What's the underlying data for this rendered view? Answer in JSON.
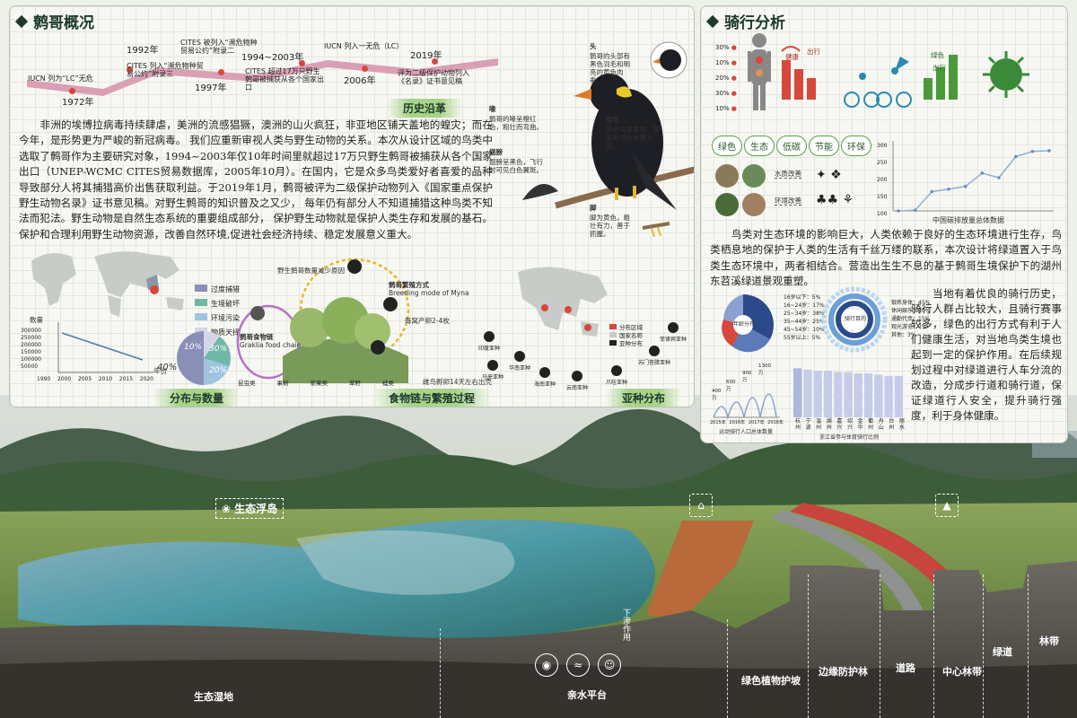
{
  "left_panel": {
    "title": "鹩哥概况",
    "timeline": [
      {
        "year": "1972年",
        "text": "IUCN  列为“LC”无危"
      },
      {
        "year": "1992年",
        "text": "CITES  列入“濒危物种贸易公约”附录三"
      },
      {
        "year": "1997年",
        "text": "CITES  被列入“濒危物种贸易公约”附录二"
      },
      {
        "year": "1994~2003年",
        "text": "CITES  超过17万只野生鹩哥被捕获从各个国家出口"
      },
      {
        "year": "2006年",
        "text": "IUCN  列入一无危（LC）"
      },
      {
        "year": "2019年",
        "text": "评为二级保护动物列入《名录》证书意见稿"
      }
    ],
    "history_label": "历史沿革",
    "bird_parts": {
      "head": {
        "title": "头",
        "text": "鹩哥的头部有黑色羽毛和明亮的黄色肉垂。"
      },
      "beak": {
        "title": "喙",
        "text": "鹩哥的喙呈橙红色，粗壮而弯曲。"
      },
      "wing": {
        "title": "翅膀",
        "text": "翅膀呈黑色，飞行时可见白色翼斑。"
      },
      "feather": {
        "title": "羽毛",
        "text": "羽毛乌黑发亮，带有紫绿色金属光泽。"
      },
      "foot": {
        "title": "脚",
        "text": "脚为黄色，粗壮有力，善于抓握。"
      }
    },
    "paragraph": "　　非洲的埃博拉病毒持续肆虐，美洲的流感猖獗，澳洲的山火疯狂，非亚地区铺天盖地的蝗灾；而在今年，是形势更为严峻的新冠病毒。 我们应重新审视人类与野生动物的关系。本次从设计区域的鸟类中选取了鹩哥作为主要研究对象，1994~2003年仅10年时间里就超过17万只野生鹩哥被捕获从各个国家出口（UNEP-WCMC CITES贸易数据库，2005年10月）。在国内，它是众多鸟类爱好者喜爱的品种导致部分人将其捕猎高价出售获取利益。于2019年1月，鹩哥被评为二级保护动物列入《国家重点保护野生动物名录》证书意见稿。对野生鹩哥的知识普及之又少， 每年仍有部分人不知道捕猎这种鸟类不知法而犯法。野生动物是自然生态系统的重要组成部分， 保护野生动物就是保护人类生存和发展的基石。保护和合理利用野生动物资源，改善自然环境,促进社会经济持续、稳定发展意义重大。",
    "distribution": {
      "label": "分布与数量",
      "legend": [
        "过度捕猎",
        "生境破坏",
        "环境污染",
        "物质天择"
      ],
      "legend_colors": [
        "#8a8fb8",
        "#6fb8a8",
        "#9fc4e0",
        "#d4d6e8"
      ],
      "pie": [
        {
          "label": "10%",
          "value": 10
        },
        {
          "label": "30%",
          "value": 30
        },
        {
          "label": "20%",
          "value": 20
        },
        {
          "label": "40%",
          "value": 40
        }
      ],
      "line_ylabel": "数量",
      "line_y_ticks": [
        "300000",
        "250000",
        "200000",
        "150000",
        "100000",
        "50000"
      ],
      "line_x_ticks": [
        "1990",
        "2000",
        "2005",
        "2010",
        "2015",
        "2020"
      ],
      "line_xlabel": "年份"
    },
    "food_chain": {
      "label": "食物链与繁殖过程",
      "breeding_title": "鹩哥繁殖方式",
      "breeding_sub": "Breeding mode of Myna",
      "food_title": "鹩哥食物链",
      "food_sub": "Graklia food chain",
      "reduce_note": "野生鹩哥数量减少原因",
      "nest_note": "每窝产卵2-4枚",
      "clutch_note": "雌鸟孵卵14天左右出壳",
      "parts": [
        "昆虫类",
        "果树",
        "浆果类",
        "草籽",
        "蛙类"
      ]
    },
    "subspecies": {
      "label": "亚种分布",
      "legend": [
        "分布区域",
        "国家名称",
        "亚种分布"
      ],
      "names": [
        "印度亚种",
        "华南亚种",
        "海南亚种",
        "云南亚种",
        "爪哇亚种",
        "苏门答腊亚种",
        "菲律宾亚种",
        "马来亚种"
      ]
    }
  },
  "right_panel": {
    "title": "骑行分析",
    "health_percents": [
      "30%",
      "10%",
      "20%",
      "30%",
      "10%"
    ],
    "health_labels": {
      "travel": "出行",
      "health": "健康",
      "green": "绿色"
    },
    "tags": [
      "绿色",
      "生态",
      "低碳",
      "节能",
      "环保"
    ],
    "improve_labels": [
      "水质改善",
      "环境改善"
    ],
    "carbon_chart": {
      "title": "中国碳排放量总体数据",
      "y_ticks": [
        "300",
        "250",
        "200",
        "150",
        "100"
      ],
      "values": [
        100,
        102,
        155,
        162,
        170,
        208,
        195,
        255,
        270,
        272
      ]
    },
    "paragraph1": "　　鸟类对生态环境的影响巨大，人类依赖于良好的生态环境进行生存，鸟类栖息地的保护于人类的生活有千丝万缕的联系，本次设计将绿道置入于鸟类生态环境中，两者相结合。营造出生生不息的基于鹩哥生境保护下的湖州东苕溪绿道景观重塑。",
    "radial": {
      "left_center": "年龄分布",
      "right_center": "骑行目的",
      "left_legend": [
        "16岁以下：5%",
        "16~24岁：17%",
        "25~34岁：38%",
        "35~44岁：25%",
        "45~54岁：10%",
        "55岁以上：5%"
      ],
      "right_legend": [
        "锻炼身体：45%",
        "休闲娱乐：30%",
        "通勤代步：15%",
        "观光游览：7%",
        "其他：3%"
      ]
    },
    "bottom_left_chart": {
      "title": "运动骑行人口总体数量",
      "labels": [
        "400万",
        "600万",
        "900万",
        "1300万"
      ],
      "years": [
        "2015年",
        "2016年",
        "2017年",
        "2018年"
      ]
    },
    "bottom_right_chart": {
      "title": "浙江省参与体育骑行比例",
      "cities": [
        "杭州",
        "宁波",
        "温州",
        "湖州",
        "嘉兴",
        "绍兴",
        "金华",
        "衢州",
        "舟山",
        "台州",
        "丽水"
      ],
      "values": [
        39,
        38,
        37,
        37,
        36,
        36,
        35,
        35,
        34,
        33,
        33
      ]
    },
    "paragraph2": "　　当地有着优良的骑行历史，骑行人群占比较大，且骑行赛事较多，绿色的出行方式有利于人们健康生活，对当地鸟类生境也起到一定的保护作用。在后续规划过程中对绿道进行人车分流的改造，分成步行道和骑行道，保证绿道行人安全，提升骑行强度，利于身体健康。"
  },
  "landscape": {
    "float_island": "生态浮岛",
    "seep_note": "下渗作用",
    "sections": [
      "生态湿地",
      "亲水平台",
      "绿色植物护坡",
      "边缘防护林",
      "道路",
      "中心林带",
      "绿道",
      "林带"
    ]
  }
}
